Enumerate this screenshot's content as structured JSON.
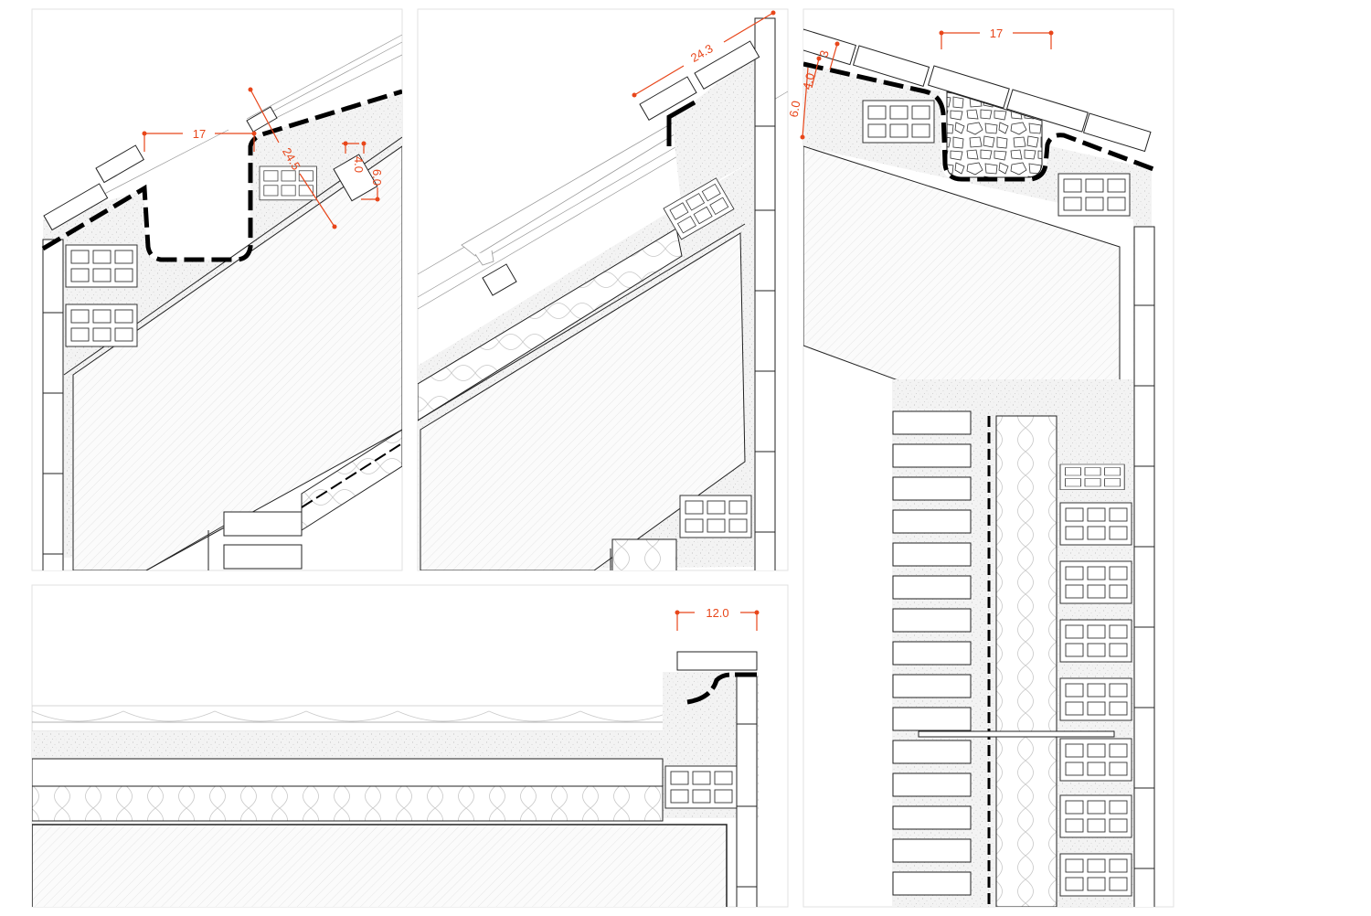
{
  "panels": [
    {
      "id": "panel-a",
      "dimensions": [
        "17",
        "24.5",
        "4.0",
        "6.0"
      ]
    },
    {
      "id": "panel-b",
      "dimensions": [
        "24.3"
      ]
    },
    {
      "id": "panel-c",
      "dimensions": [
        "17",
        "3",
        "4.0",
        "6.0"
      ]
    },
    {
      "id": "panel-d",
      "dimensions": [
        "12.0"
      ]
    }
  ],
  "colors": {
    "dimension": "#e8461a",
    "line": "#222222",
    "concrete": "#f2f2f2",
    "membrane": "#000000"
  }
}
